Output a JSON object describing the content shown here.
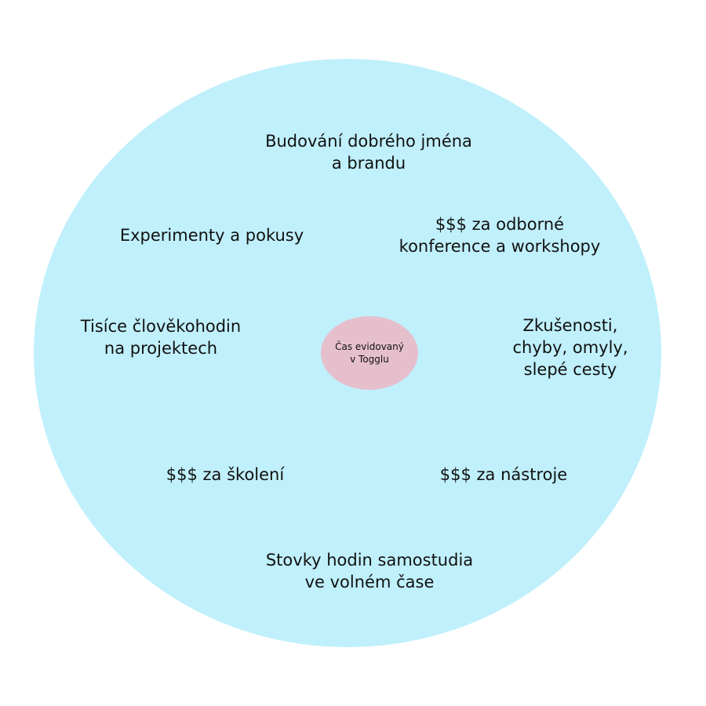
{
  "diagram": {
    "center_label": [
      "Čas evidovaný",
      "v Togglu"
    ],
    "items": [
      {
        "id": "brand",
        "lines": [
          "Budování dobrého jména",
          "a brandu"
        ]
      },
      {
        "id": "experiments",
        "lines": [
          "Experimenty a pokusy"
        ]
      },
      {
        "id": "conferences",
        "lines": [
          "$$$ za odborné",
          "konference a workshopy"
        ]
      },
      {
        "id": "project-hours",
        "lines": [
          "Tisíce člověkohodin",
          "na projektech"
        ]
      },
      {
        "id": "experience",
        "lines": [
          "Zkušenosti,",
          "chyby, omyly,",
          "slepé cesty"
        ]
      },
      {
        "id": "training",
        "lines": [
          "$$$ za školení"
        ]
      },
      {
        "id": "tools",
        "lines": [
          "$$$ za nástroje"
        ]
      },
      {
        "id": "self-study",
        "lines": [
          "Stovky hodin samostudia",
          "ve volném čase"
        ]
      }
    ],
    "colors": {
      "outer_circle": "#c0f0fb",
      "inner_ellipse": "#e6bfcd",
      "text": "#111111"
    }
  }
}
